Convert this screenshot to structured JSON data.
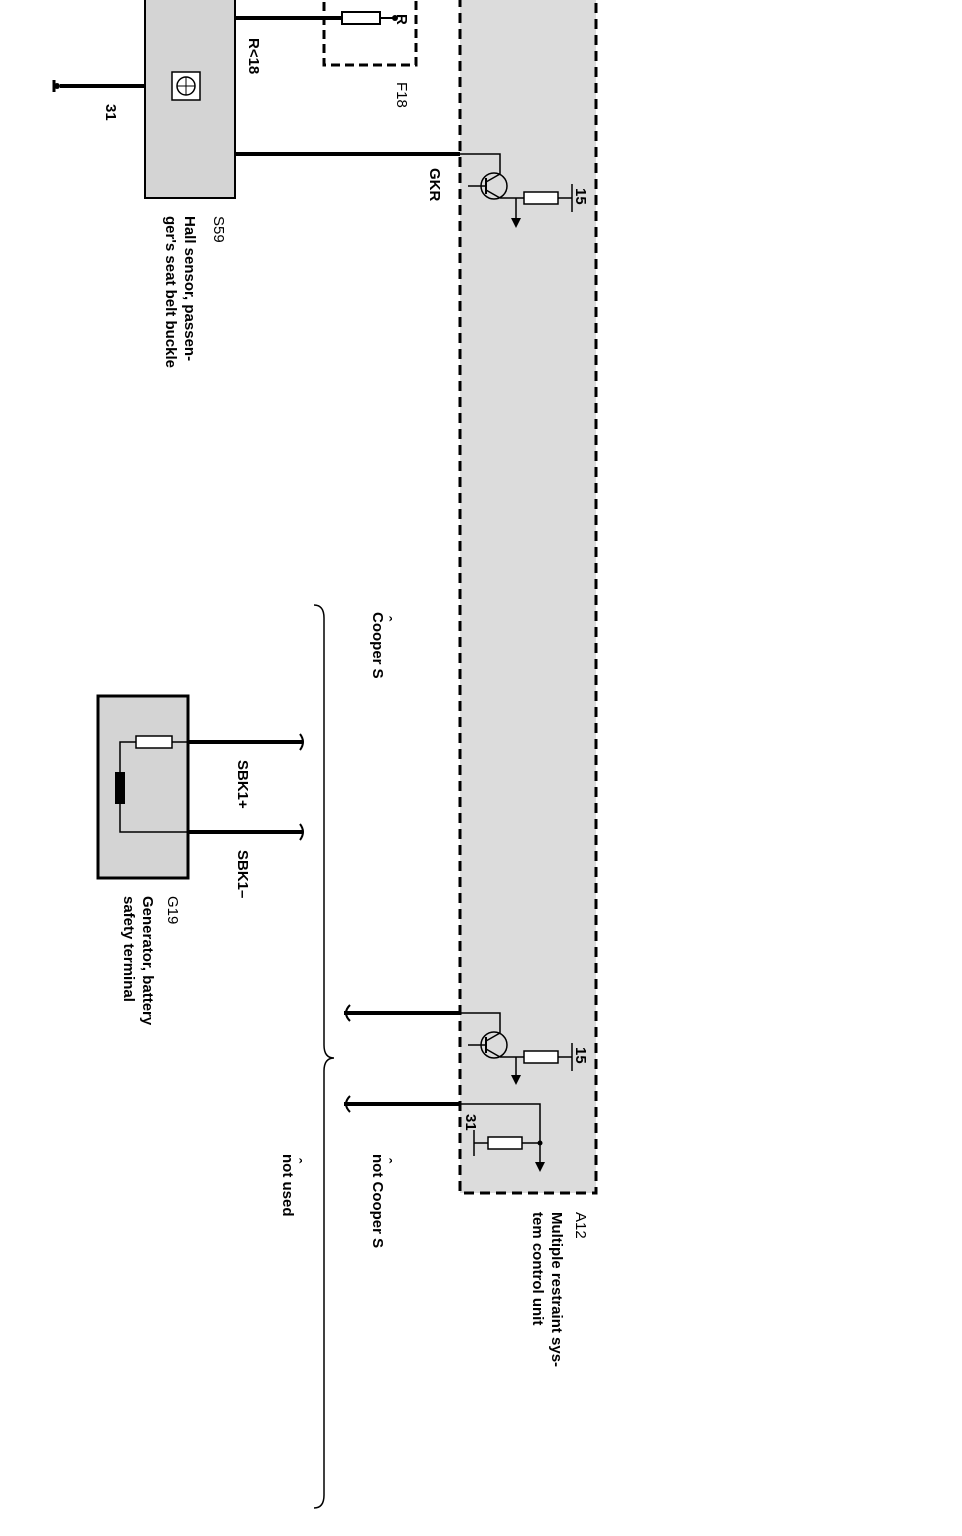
{
  "components": {
    "s59": {
      "code": "S59",
      "desc_line1": "Hall sensor, passen-",
      "desc_line2": "ger's seat belt buckle",
      "ground_label": "31",
      "wire_label": "R<18"
    },
    "f18": {
      "code": "F18",
      "pin_label": "R"
    },
    "a12": {
      "code": "A12",
      "desc_line1": "Multiple restraint sys-",
      "desc_line2": "tem control unit",
      "gkr_label": "GKR",
      "term15_top": "15",
      "term15_bottom": "15",
      "term31": "31"
    },
    "g19": {
      "code": "G19",
      "desc_line1": "Generator, battery",
      "desc_line2": "safety terminal",
      "sbk_plus": "SBK1+",
      "sbk_minus": "SBK1–"
    }
  },
  "variants": {
    "cooper_s": "Cooper S",
    "not_cooper_s": "not Cooper S",
    "not_used": "not used",
    "marker": "ˆ"
  }
}
